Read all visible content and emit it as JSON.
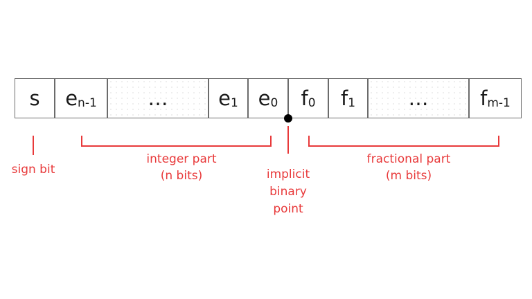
{
  "cells": [
    {
      "base": "s",
      "sub": ""
    },
    {
      "base": "e",
      "sub": "n-1"
    },
    {
      "base": "…",
      "sub": ""
    },
    {
      "base": "e",
      "sub": "1"
    },
    {
      "base": "e",
      "sub": "0"
    },
    {
      "base": "f",
      "sub": "0"
    },
    {
      "base": "f",
      "sub": "1"
    },
    {
      "base": "…",
      "sub": ""
    },
    {
      "base": "f",
      "sub": "m-1"
    }
  ],
  "labels": {
    "sign": "sign bit",
    "integer": [
      "integer part",
      "(n bits)"
    ],
    "point": [
      "implicit",
      "binary",
      "point"
    ],
    "fractional": [
      "fractional part",
      "(m bits)"
    ]
  },
  "colors": {
    "annotation": "#e8393a",
    "border": "#6b6b6b",
    "text": "#1a1a1a",
    "point": "#000000"
  }
}
